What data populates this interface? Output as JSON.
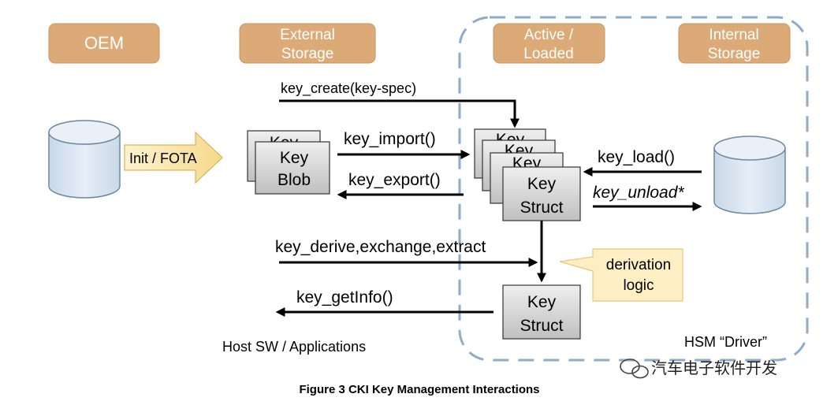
{
  "headers": {
    "oem": "OEM",
    "external_storage": [
      "External",
      "Storage"
    ],
    "active_loaded": [
      "Active /",
      "Loaded"
    ],
    "internal_storage": [
      "Internal",
      "Storage"
    ]
  },
  "arrows": {
    "key_create": "key_create(key-spec)",
    "key_import": "key_import()",
    "key_export": "key_export()",
    "key_load": "key_load()",
    "key_unload": "key_unload*",
    "key_derive": "key_derive,exchange,extract",
    "key_getinfo": "key_getInfo()",
    "init_fota": "Init / FOTA"
  },
  "cards": {
    "key_blob_back": "Key",
    "key_blob": [
      "Key",
      "Blob"
    ],
    "key_struct_stack_back": "Key",
    "key_struct": [
      "Key",
      "Struct"
    ],
    "key_struct_lower": [
      "Key",
      "Struct"
    ]
  },
  "callout": [
    "derivation",
    "logic"
  ],
  "labels": {
    "host": "Host SW / Applications",
    "hsm": "HSM “Driver”"
  },
  "watermark": "汽车电子软件开发",
  "caption": "Figure 3 CKI Key Management Interactions",
  "colors": {
    "header_fill": "#dcaa77",
    "cylinder_fill": "#dde8f3",
    "card_fill": "#cfcfcf",
    "callout_fill": "#fdefc3",
    "dashed_border": "#8eabc9"
  }
}
